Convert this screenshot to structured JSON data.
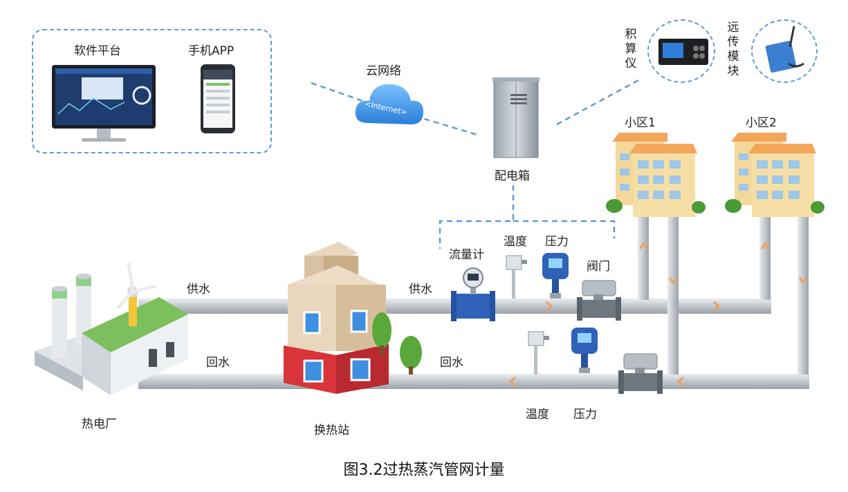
{
  "caption": "图3.2过热蒸汽管网计量",
  "labels": {
    "software_platform": "软件平台",
    "mobile_app": "手机APP",
    "cloud_network": "云网络",
    "internet": "<Internet>",
    "distribution_box": "配电箱",
    "totalizer": "积算仪",
    "remote_module": "远传模块",
    "district_1": "小区1",
    "district_2": "小区2",
    "flowmeter": "流量计",
    "temperature_supply": "温度",
    "pressure_supply": "压力",
    "valve": "阀门",
    "supply_water_left": "供水",
    "supply_water_mid": "供水",
    "return_water_left": "回水",
    "return_water_mid": "回水",
    "temperature_return": "温度",
    "pressure_return": "压力",
    "power_plant": "热电厂",
    "heat_exchange_station": "换热站"
  },
  "colors": {
    "dashed_link": "#5b9bd5",
    "pipe": "#c9cdd2",
    "flow_arrow": "#f0a060",
    "building_wall": "#f3d89a",
    "building_roof": "#f2a65a",
    "station_red": "#d9343a",
    "cloud": "#3f8fe0"
  },
  "icons": [
    "monitor-icon",
    "phone-icon",
    "cloud-icon",
    "cabinet-icon",
    "totalizer-icon",
    "antenna-module-icon",
    "flowmeter-icon",
    "thermometer-icon",
    "pressure-transmitter-icon",
    "valve-icon",
    "factory-icon",
    "station-icon",
    "apartment-icon",
    "tree-icon"
  ]
}
